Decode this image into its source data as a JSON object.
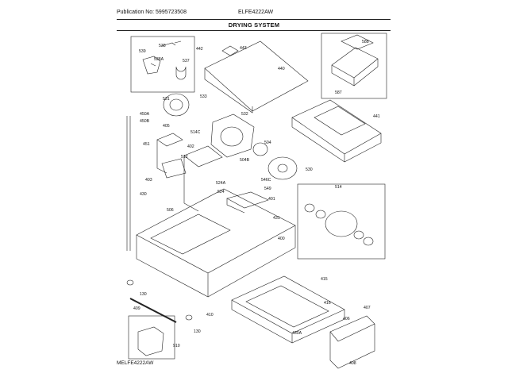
{
  "header": {
    "publication": "Publication No: 5995723508",
    "model": "ELFE4222AW",
    "title": "DRYING SYSTEM"
  },
  "footer": {
    "diagram_code": "MELFE4222AW"
  },
  "part_numbers": [
    "538",
    "539",
    "538A",
    "537",
    "442",
    "443",
    "440",
    "588",
    "587",
    "531",
    "533",
    "532",
    "441",
    "450A",
    "450B",
    "405",
    "514C",
    "504",
    "504B",
    "530",
    "451",
    "402",
    "512",
    "403",
    "524A",
    "524",
    "546C",
    "549",
    "401",
    "514",
    "430",
    "506",
    "431",
    "400",
    "130",
    "415",
    "409",
    "410",
    "416",
    "407",
    "430A",
    "406",
    "910",
    "130",
    "408"
  ]
}
